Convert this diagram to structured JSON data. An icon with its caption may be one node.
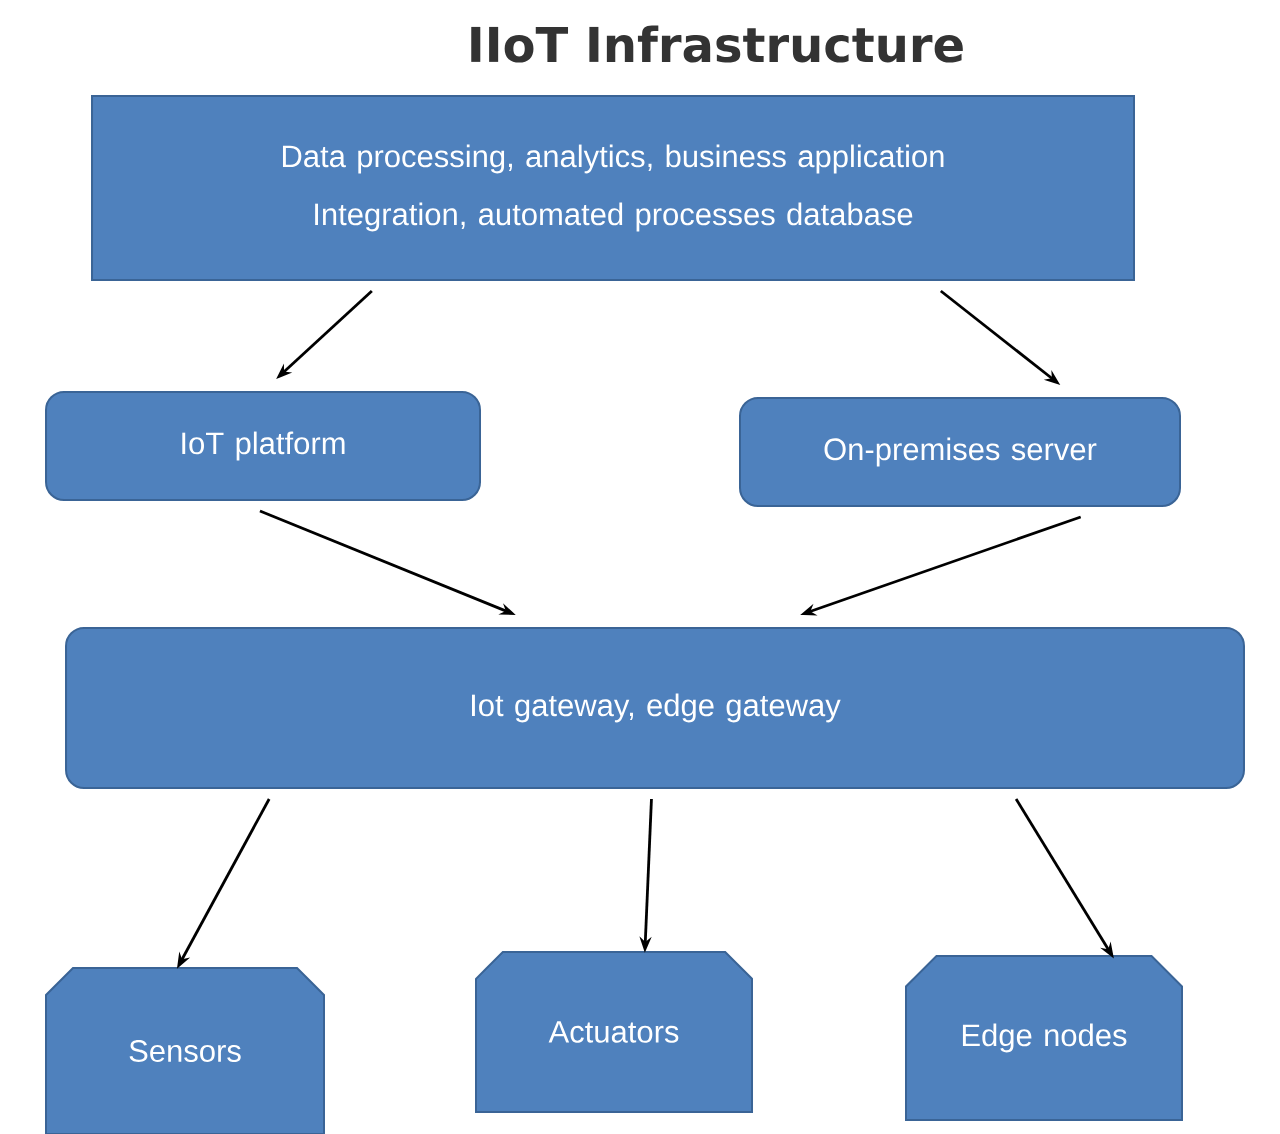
{
  "diagram": {
    "title": "IIoT Infrastructure",
    "nodes": [
      {
        "text": [
          "Data processing, analytics, business application",
          "Integration, automated processes database"
        ]
      },
      {
        "text": [
          "IoT platform"
        ]
      },
      {
        "text": [
          "On-premises server"
        ]
      },
      {
        "text": [
          "Iot gateway, edge gateway"
        ]
      },
      {
        "text": [
          "Sensors"
        ]
      },
      {
        "text": [
          "Actuators"
        ]
      },
      {
        "text": [
          "Edge nodes"
        ]
      }
    ],
    "edges": [
      {
        "from": 0,
        "to": 1,
        "arrow": "to"
      },
      {
        "from": 0,
        "to": 2,
        "arrow": "to"
      },
      {
        "from": 1,
        "to": 3,
        "arrow": "to"
      },
      {
        "from": 2,
        "to": 3,
        "arrow": "to"
      },
      {
        "from": 3,
        "to": 4,
        "arrow": "to"
      },
      {
        "from": 3,
        "to": 5,
        "arrow": "to"
      },
      {
        "from": 3,
        "to": 6,
        "arrow": "to"
      }
    ]
  }
}
